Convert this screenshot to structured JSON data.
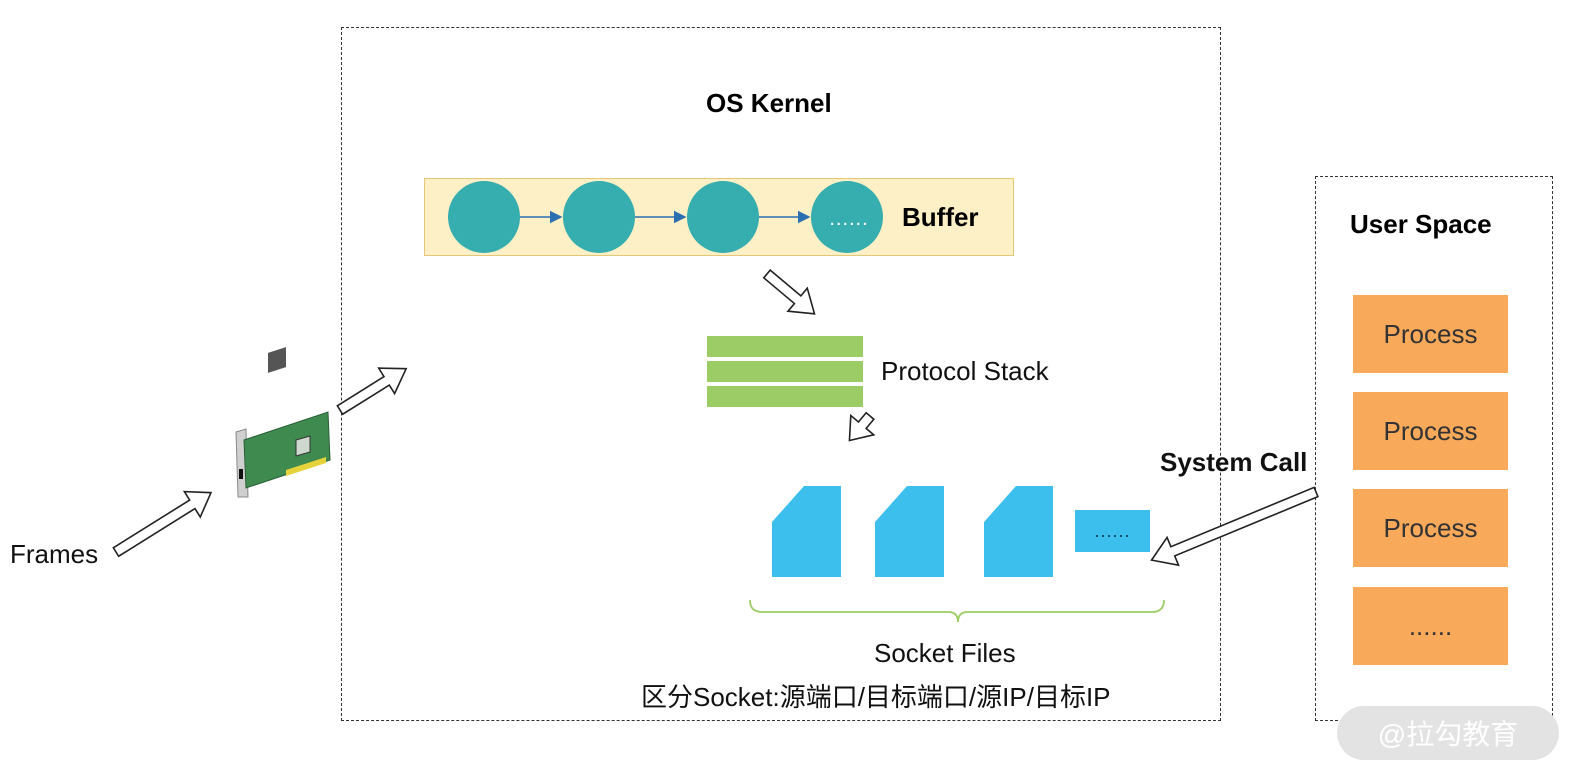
{
  "kernel": {
    "title": "OS Kernel",
    "buffer_label": "Buffer",
    "buffer_ellipsis": "......",
    "protocol_label": "Protocol Stack",
    "socket_ellipsis": "......",
    "socket_label": "Socket Files",
    "socket_note": "区分Socket:源端口/目标端口/源IP/目标IP"
  },
  "user_space": {
    "title": "User Space",
    "processes": [
      "Process",
      "Process",
      "Process",
      "......"
    ]
  },
  "system_call_label": "System Call",
  "frames_label": "Frames",
  "watermark": "@拉勾教育",
  "colors": {
    "buffer_node": "#36adae",
    "buffer_bg": "#fdf0c6",
    "protocol_layer": "#9ccc65",
    "socket_file": "#3dbfee",
    "process": "#f8a95a"
  }
}
